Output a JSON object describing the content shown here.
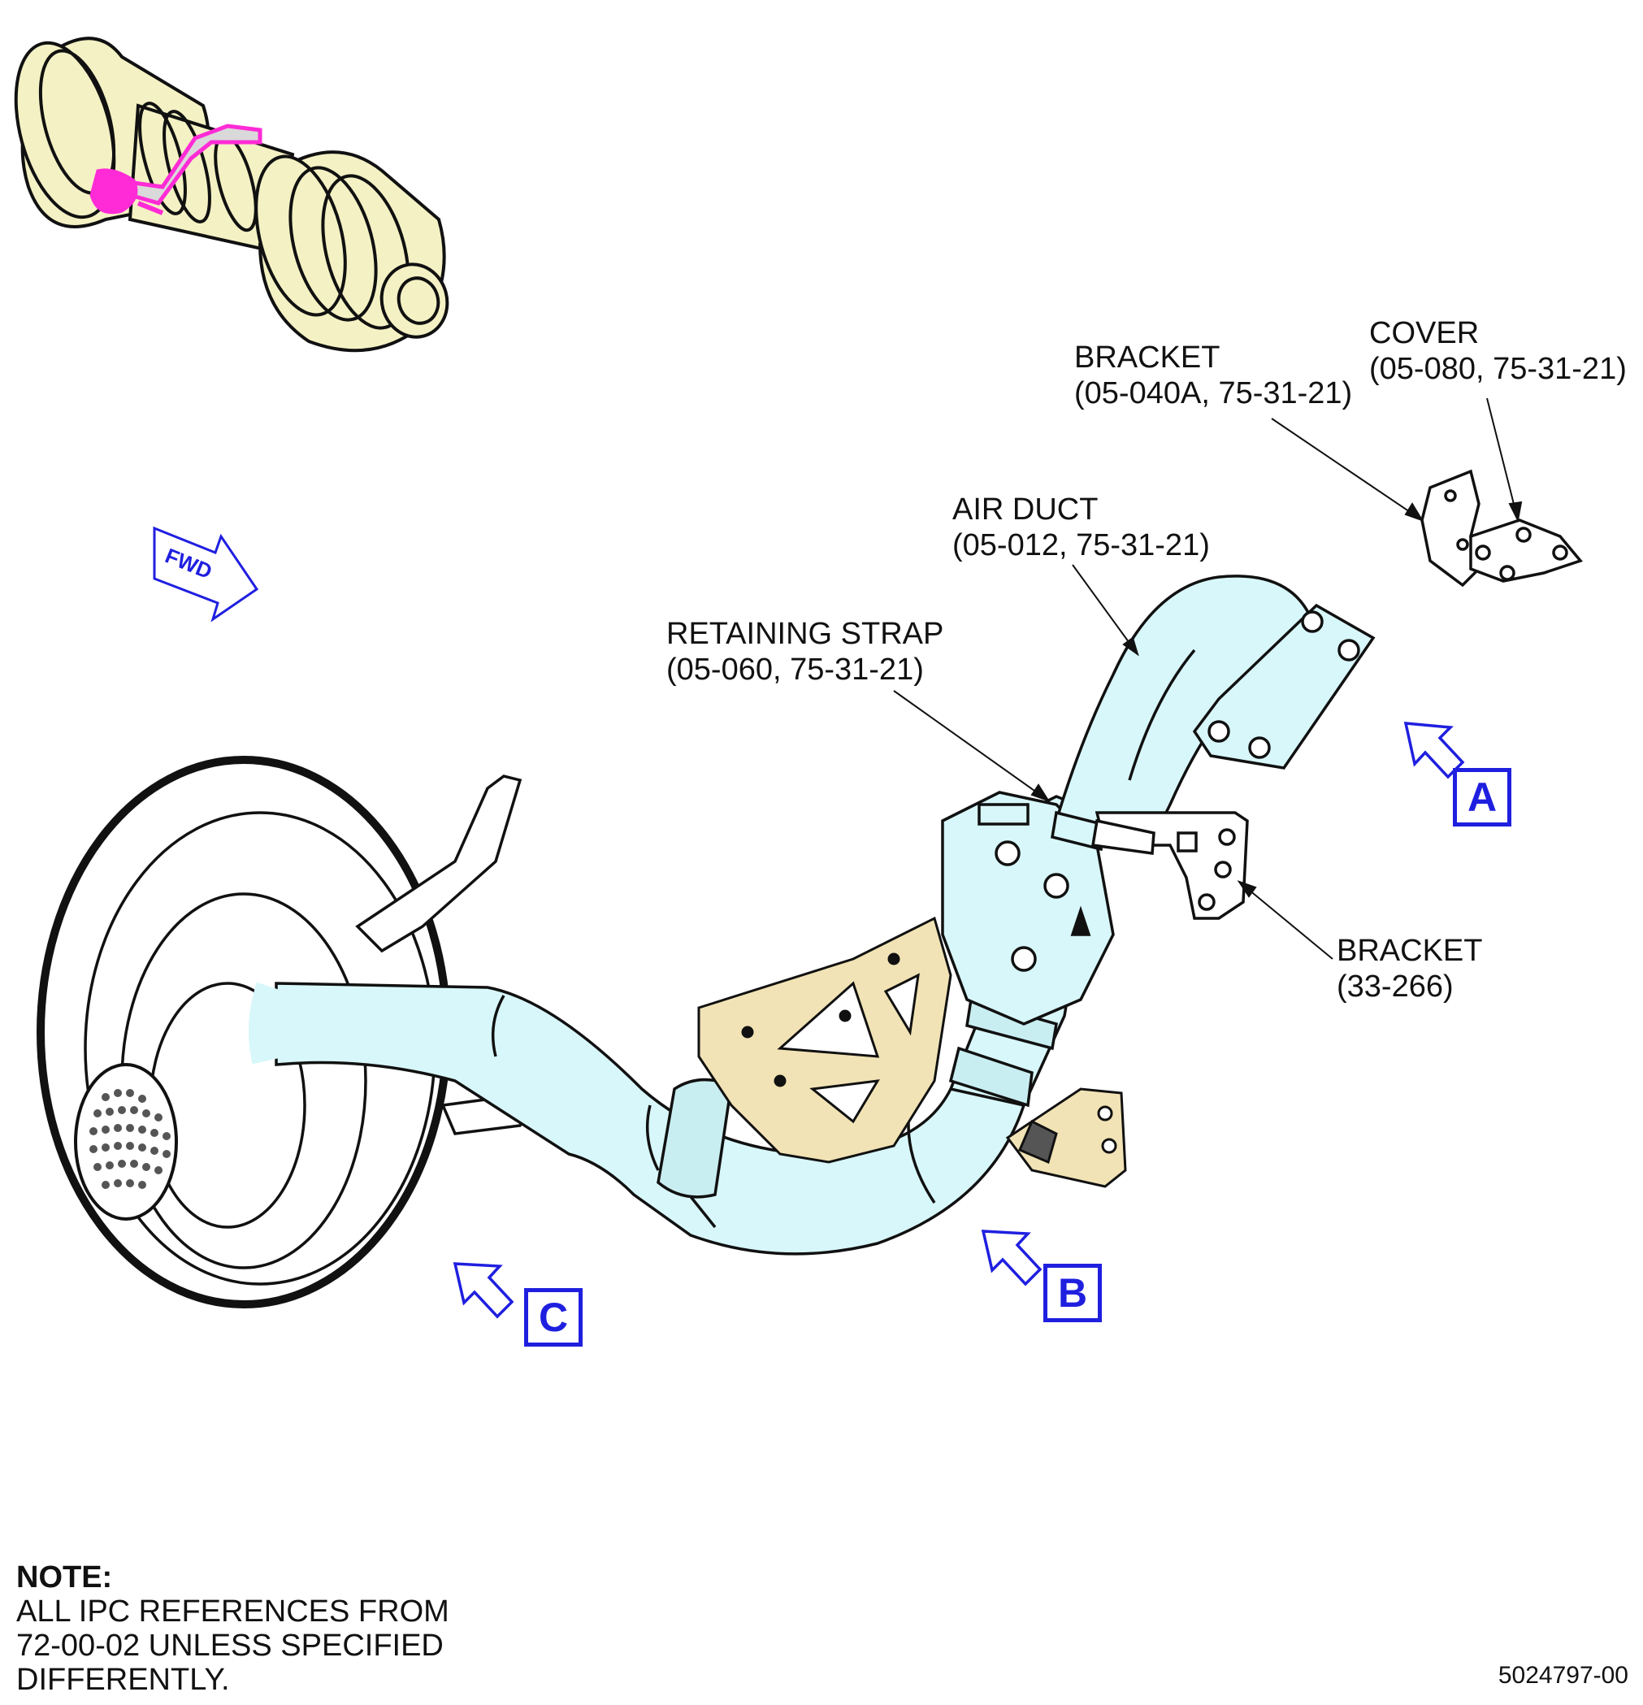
{
  "callouts": {
    "cover": {
      "name": "COVER",
      "ref": "(05-080,  75-31-21)"
    },
    "bracket_top": {
      "name": "BRACKET",
      "ref": "(05-040A, 75-31-21)"
    },
    "air_duct": {
      "name": "AIR DUCT",
      "ref": "(05-012, 75-31-21)"
    },
    "retaining_strap": {
      "name": "RETAINING STRAP",
      "ref": "(05-060, 75-31-21)"
    },
    "bracket_side": {
      "name": "BRACKET",
      "ref": "(33-266)"
    }
  },
  "views": {
    "a": "A",
    "b": "B",
    "c": "C"
  },
  "direction": {
    "label": "FWD"
  },
  "note": {
    "heading": "NOTE:",
    "body": "ALL IPC REFERENCES FROM 72-00-02 UNLESS SPECIFIED DIFFERENTLY."
  },
  "drawing_number": "5024797-00",
  "colors": {
    "duct_fill": "#d8f7fa",
    "engine_fill": "#f4f1c4",
    "bracket_fill": "#f1e3b5",
    "highlight": "#ff2bd6",
    "view_arrow": "#1f1fe0",
    "line": "#111111"
  },
  "icons": {
    "view_arrow": "hollow-arrow-icon",
    "fwd_arrow": "fwd-arrow-icon"
  }
}
